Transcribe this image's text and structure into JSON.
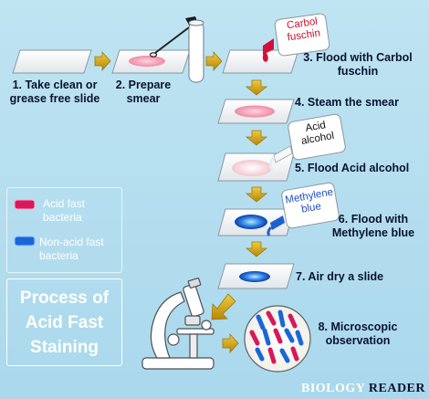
{
  "steps": {
    "s1": "1. Take clean or grease free slide",
    "s2": "2. Prepare smear",
    "s3": "3. Flood with Carbol fuschin",
    "s4": "4. Steam the smear",
    "s5": "5. Flood Acid alcohol",
    "s6": "6. Flood with Methylene blue",
    "s7": "7. Air dry a slide",
    "s8": "8. Microscopic observation"
  },
  "bottles": {
    "carbol": "Carbol fuschin",
    "acid": "Acid alcohol",
    "methylene": "Methylene blue"
  },
  "legend": {
    "acid_fast": "Acid fast bacteria",
    "non_acid_fast": "Non-acid fast bacteria"
  },
  "title": "Process of Acid Fast Staining",
  "brand": {
    "part1": "BIOLOGY",
    "part2": "READER"
  },
  "colors": {
    "background": "#aad8ec",
    "acid_fast": "#d8185a",
    "non_acid_fast": "#1a66d8",
    "arrow": "#c9a21a"
  }
}
